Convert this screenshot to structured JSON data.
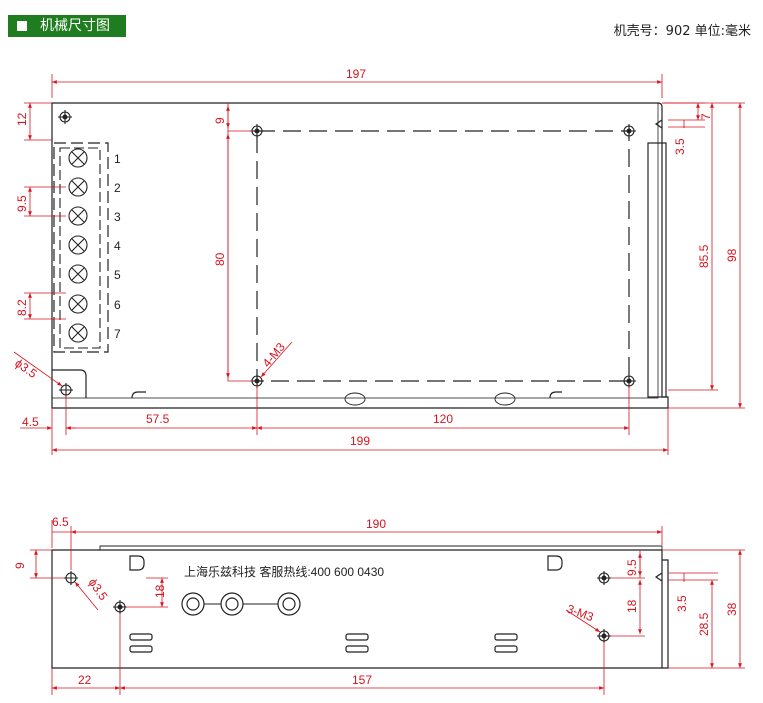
{
  "header": {
    "title": "机械尺寸图",
    "accent_color": "#1f7d1f",
    "unit_line": "机壳号：902  单位:毫米"
  },
  "top_view": {
    "dims": {
      "overall_width": "197",
      "depth": "98",
      "inner_height": "85.5",
      "mount_span_v": "80",
      "top_offset": "12",
      "top_mount": "9",
      "right_7": "7",
      "right_3_5": "3.5",
      "pitch": "9.5",
      "pitch_2": "8.2",
      "hole": "4-M3",
      "phi": "ϕ3.5",
      "left_off": "4.5",
      "span_57_5": "57.5",
      "span_120": "120",
      "overall_199": "199"
    },
    "terminals": [
      "1",
      "2",
      "3",
      "4",
      "5",
      "6",
      "7"
    ]
  },
  "side_view": {
    "dims": {
      "width_190": "190",
      "left_6_5": "6.5",
      "height_9": "9",
      "height_18": "18",
      "phi": "ϕ3.5",
      "right_9_5": "9.5",
      "right_18": "18",
      "right_3_5": "3.5",
      "right_28_5": "28.5",
      "height_38": "38",
      "hole": "3-M3",
      "bottom_22": "22",
      "bottom_157": "157"
    },
    "brand_text": "上海乐兹科技 客服热线:400 600 0430"
  },
  "colors": {
    "dimension": "#d8141e",
    "outline": "#222222"
  }
}
